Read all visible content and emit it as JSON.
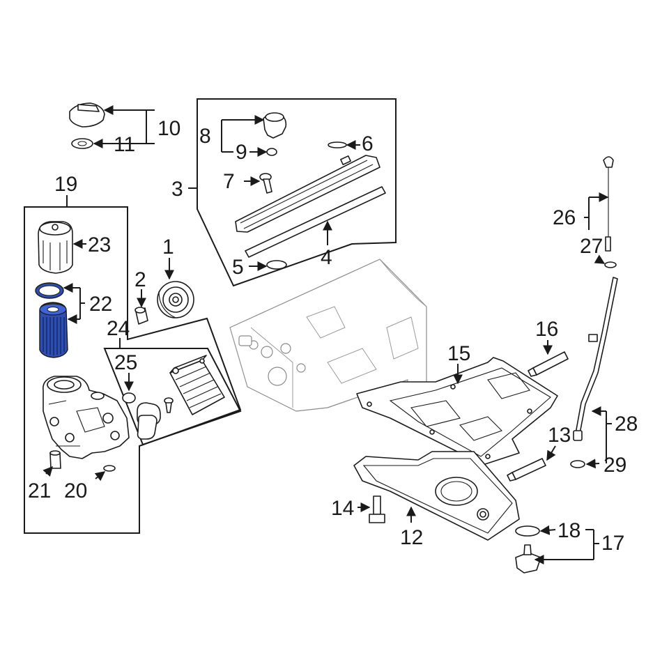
{
  "diagram": {
    "callouts": {
      "c1": "1",
      "c2": "2",
      "c3": "3",
      "c4": "4",
      "c5": "5",
      "c6": "6",
      "c7": "7",
      "c8": "8",
      "c9": "9",
      "c10": "10",
      "c11": "11",
      "c12": "12",
      "c13": "13",
      "c14": "14",
      "c15": "15",
      "c16": "16",
      "c17": "17",
      "c18": "18",
      "c19": "19",
      "c20": "20",
      "c21": "21",
      "c22": "22",
      "c23": "23",
      "c24": "24",
      "c25": "25",
      "c26": "26",
      "c27": "27",
      "c28": "28",
      "c29": "29"
    },
    "highlight_color": "#2f4fb0",
    "highlighted_part": "22"
  }
}
